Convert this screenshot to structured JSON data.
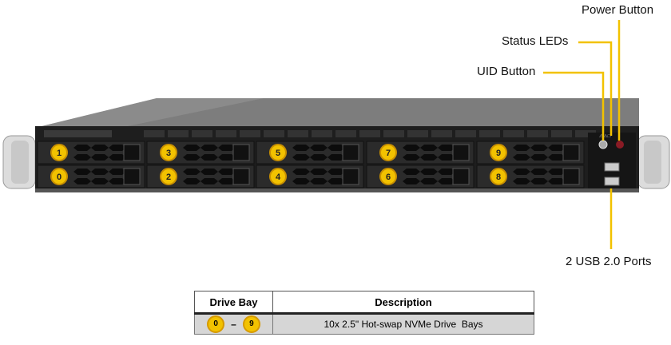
{
  "callouts": {
    "power_button": "Power Button",
    "status_leds": "Status LEDs",
    "uid_button": "UID Button",
    "usb_ports": "2 USB 2.0 Ports"
  },
  "drive_bays": {
    "top_row": [
      "1",
      "3",
      "5",
      "7",
      "9"
    ],
    "bottom_row": [
      "0",
      "2",
      "4",
      "6",
      "8"
    ]
  },
  "table": {
    "headers": [
      "Drive Bay",
      "Description"
    ],
    "rows": [
      {
        "bay_start": "0",
        "separator": "–",
        "bay_end": "9",
        "description": "10x 2.5\" Hot-swap NVMe Drive  Bays"
      }
    ]
  },
  "colors": {
    "callout": "#f2c200",
    "badge": "#f2c200",
    "chassis": "#2a2a2a"
  }
}
